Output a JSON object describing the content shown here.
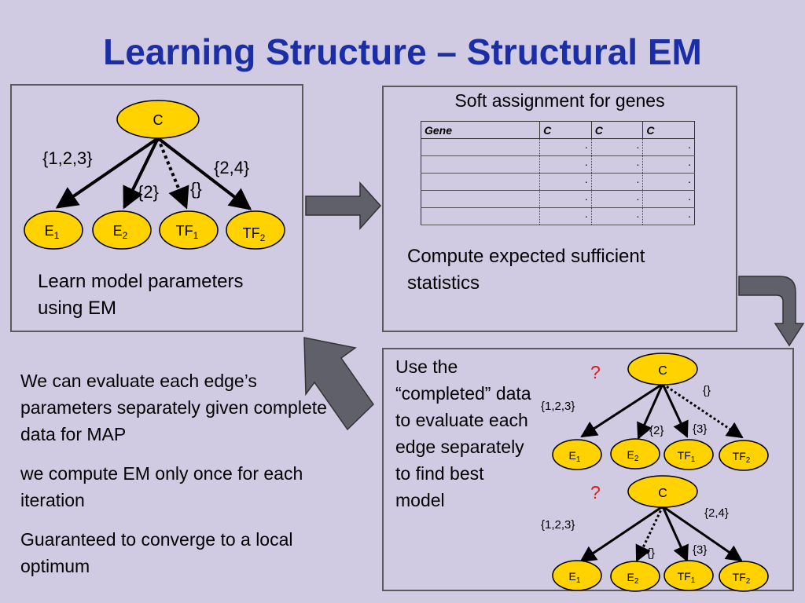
{
  "title": "Learning Structure – Structural EM",
  "left_panel": {
    "node_root": "C",
    "nodes": [
      {
        "main": "E",
        "sub": "1"
      },
      {
        "main": "E",
        "sub": "2"
      },
      {
        "main": "TF",
        "sub": "1"
      },
      {
        "main": "TF",
        "sub": "2"
      }
    ],
    "edge_labels": [
      "{1,2,3}",
      "{2}",
      "{}",
      "{2,4}"
    ],
    "caption": "Learn model parameters using EM"
  },
  "right_panel": {
    "title": "Soft assignment for genes",
    "table": {
      "headers": [
        "Gene",
        "C",
        "C",
        "C"
      ],
      "rows": [
        [
          "",
          ".",
          ".",
          "."
        ],
        [
          "",
          ".",
          ".",
          "."
        ],
        [
          "",
          ".",
          ".",
          "."
        ],
        [
          "",
          ".",
          ".",
          "."
        ],
        [
          "",
          ".",
          ".",
          "."
        ]
      ]
    },
    "caption": "Compute expected sufficient statistics"
  },
  "bottom_panel": {
    "text": "Use the “completed” data to evaluate each edge separately to find best model",
    "question_mark": "?",
    "top_tree": {
      "root": "C",
      "edge_labels": [
        "{1,2,3}",
        "{2}",
        "{3}",
        "{}"
      ]
    },
    "bottom_tree": {
      "root": "C",
      "edge_labels": [
        "{1,2,3}",
        "{}",
        "{3}",
        "{2,4}"
      ]
    }
  },
  "bullets": [
    "We can evaluate each edge’s parameters separately given complete data for MAP",
    "we compute EM only once for each iteration",
    "Guaranteed to converge to a local optimum"
  ],
  "colors": {
    "background": "#d0cbe3",
    "title": "#1b2ea6",
    "node_fill": "#ffd200",
    "arrow_fill": "#60606a",
    "question": "#d81c1c"
  }
}
